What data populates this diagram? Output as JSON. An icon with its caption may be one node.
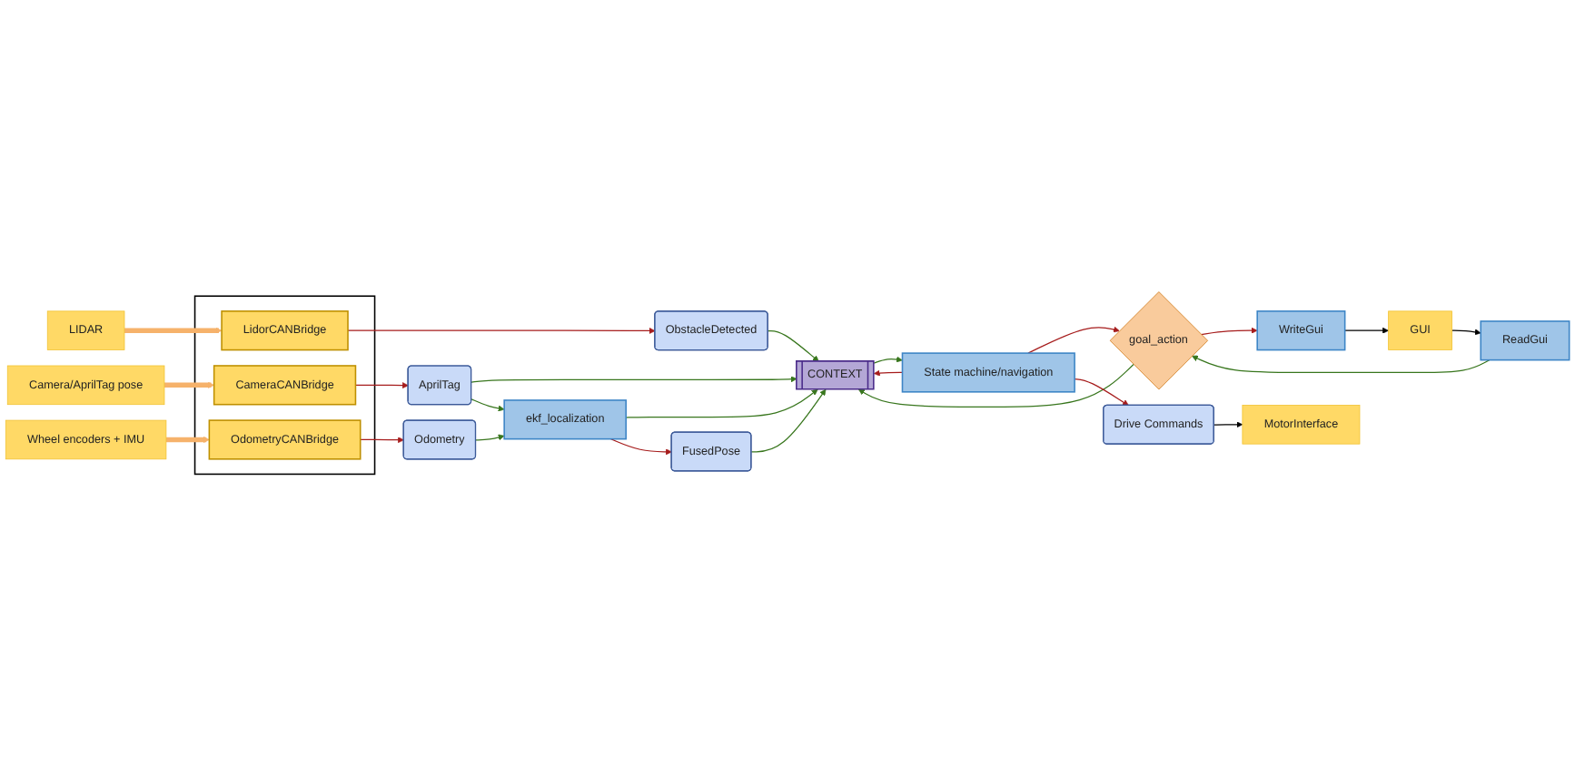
{
  "diagram": {
    "nodes": [
      {
        "text": [
          "LIDAR"
        ]
      },
      {
        "text": [
          "Camera/AprilTag pose"
        ]
      },
      {
        "text": [
          "Wheel encoders + IMU"
        ]
      },
      {
        "text": [],
        "shape": "box"
      },
      {
        "text": [
          "LidorCANBridge"
        ],
        "in": 3
      },
      {
        "text": [
          "CameraCANBridge"
        ],
        "in": 3
      },
      {
        "text": [
          "OdometryCANBridge"
        ],
        "in": 3
      },
      {
        "text": [
          "ObstacleDetected"
        ]
      },
      {
        "text": [
          "AprilTag"
        ]
      },
      {
        "text": [
          "Odometry"
        ]
      },
      {
        "text": [
          "CONTEXT"
        ]
      },
      {
        "text": [
          "ekf_localization"
        ]
      },
      {
        "text": [
          "FusedPose"
        ]
      },
      {
        "text": [
          "ReadGui"
        ]
      },
      {
        "text": [
          "State machine/navigation"
        ]
      },
      {
        "text": [
          "GUI"
        ]
      },
      {
        "text": [
          "goal_action"
        ]
      },
      {
        "text": [
          "WriteGui"
        ]
      },
      {
        "text": [
          "Drive Commands"
        ]
      },
      {
        "text": [
          "MotorInterface"
        ]
      }
    ],
    "edges": [
      {
        "from": 0,
        "to": 4,
        "arrow": "to",
        "style": "thick",
        "color": "#f6b26b"
      },
      {
        "from": 1,
        "to": 5,
        "arrow": "to",
        "style": "thick",
        "color": "#f6b26b"
      },
      {
        "from": 2,
        "to": 6,
        "arrow": "to",
        "style": "thick",
        "color": "#f6b26b"
      },
      {
        "from": 4,
        "to": 7,
        "arrow": "to",
        "color": "#a61c1c"
      },
      {
        "from": 5,
        "to": 8,
        "arrow": "to",
        "color": "#a61c1c"
      },
      {
        "from": 6,
        "to": 9,
        "arrow": "to",
        "color": "#a61c1c"
      },
      {
        "from": 7,
        "to": 10,
        "arrow": "to"
      },
      {
        "from": 8,
        "to": 10,
        "arrow": "to"
      },
      {
        "from": 8,
        "to": 11,
        "arrow": "to"
      },
      {
        "from": 9,
        "to": 11,
        "arrow": "to"
      },
      {
        "from": 11,
        "to": 10,
        "arrow": "to"
      },
      {
        "from": 16,
        "to": 10,
        "arrow": "to"
      },
      {
        "from": 14,
        "to": 10,
        "arrow": "to",
        "color": "#a61c1c"
      },
      {
        "from": 10,
        "to": 14,
        "arrow": "to"
      },
      {
        "from": 11,
        "to": 12,
        "arrow": "to",
        "color": "#a61c1c"
      },
      {
        "from": 12,
        "to": 10,
        "arrow": "to"
      },
      {
        "from": 15,
        "to": 13,
        "arrow": "to",
        "color": "#000000"
      },
      {
        "from": 13,
        "to": 16,
        "arrow": "to"
      },
      {
        "from": 14,
        "to": 16,
        "arrow": "to",
        "color": "#a61c1c"
      },
      {
        "from": 16,
        "to": 17,
        "arrow": "to",
        "color": "#a61c1c"
      },
      {
        "from": 17,
        "to": 15,
        "arrow": "to",
        "color": "#000000"
      },
      {
        "from": 14,
        "to": 18,
        "arrow": "to",
        "color": "#a61c1c"
      },
      {
        "from": 18,
        "to": 19,
        "arrow": "to",
        "color": "#000000"
      }
    ]
  }
}
